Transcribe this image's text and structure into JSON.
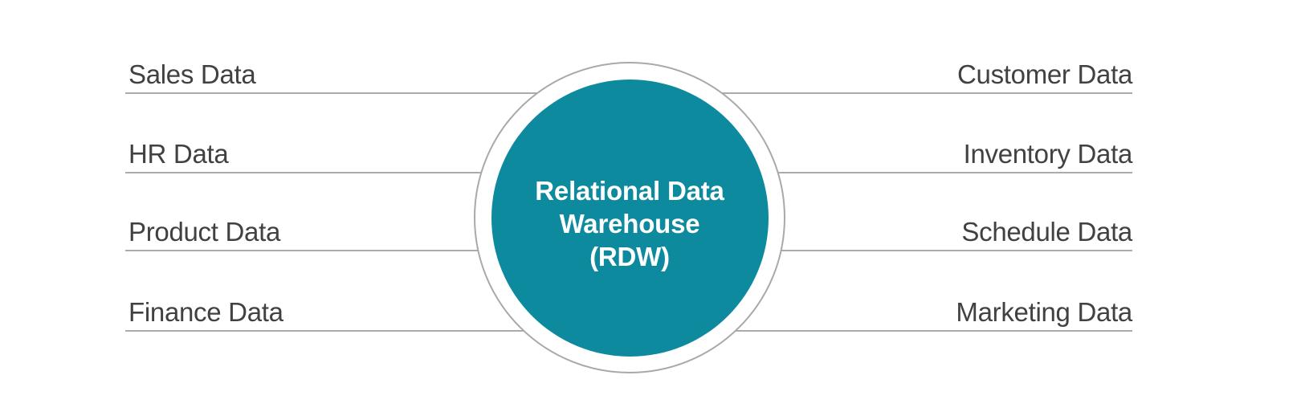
{
  "diagram": {
    "center": {
      "title": "Relational Data Warehouse (RDW)",
      "title_lines": [
        "Relational Data",
        "Warehouse",
        "(RDW)"
      ]
    },
    "left_items": [
      {
        "label": "Sales Data"
      },
      {
        "label": "HR Data"
      },
      {
        "label": "Product Data"
      },
      {
        "label": "Finance Data"
      }
    ],
    "right_items": [
      {
        "label": "Customer Data"
      },
      {
        "label": "Inventory Data"
      },
      {
        "label": "Schedule Data"
      },
      {
        "label": "Marketing Data"
      }
    ],
    "colors": {
      "background": "#FFFFFF",
      "circle_fill": "#0E8A9E",
      "ring_fill": "#FFFFFF",
      "ring_border": "#A9A9A9",
      "connector_line": "#ABABAB",
      "label_text": "#414141",
      "center_text": "#FFFFFF"
    }
  }
}
